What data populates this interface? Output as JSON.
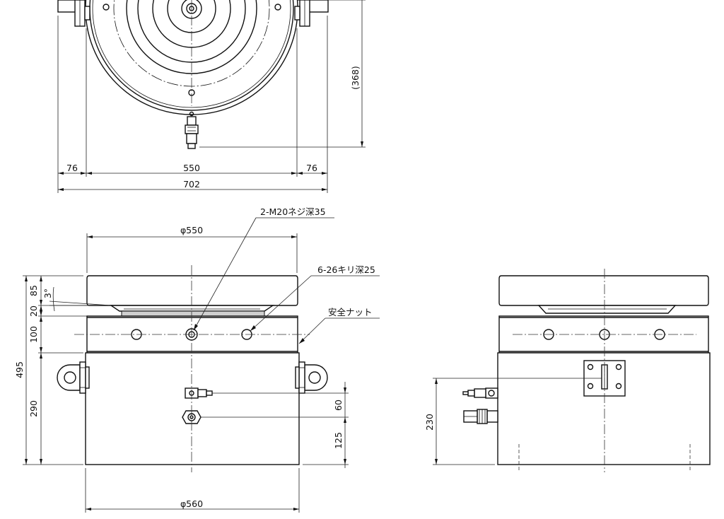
{
  "top_view": {
    "dims": {
      "left": "76",
      "center": "550",
      "right": "76",
      "total": "702",
      "height": "(368)"
    }
  },
  "front_view": {
    "dims": {
      "top_diameter": "φ550",
      "bottom_diameter": "φ560",
      "total_height": "495",
      "d85": "85",
      "d20": "20",
      "d100": "100",
      "d290": "290",
      "angle": "3°",
      "d60": "60",
      "d125": "125"
    },
    "callouts": {
      "screw": "2-M20ネジ深35",
      "drill": "6-26キリ深25",
      "nut": "安全ナット"
    }
  },
  "side_view": {
    "dims": {
      "d230": "230"
    }
  }
}
